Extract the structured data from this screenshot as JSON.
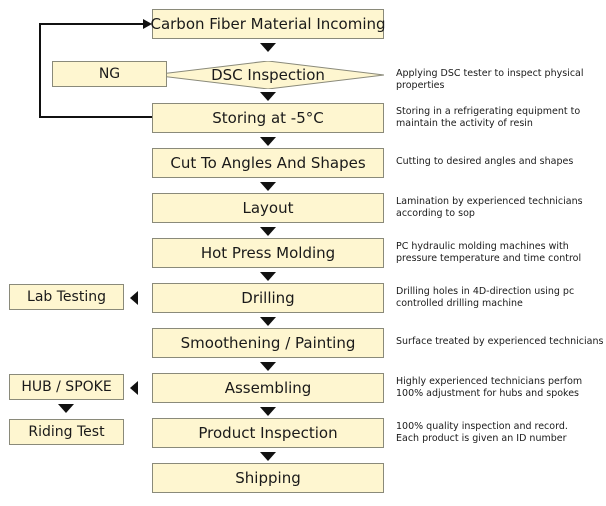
{
  "steps": [
    {
      "label": "Carbon Fiber Material Incoming",
      "note": []
    },
    {
      "label": "DSC Inspection",
      "note": [
        "Applying DSC tester to inspect physical",
        "properties"
      ]
    },
    {
      "label": "Storing at -5°C",
      "note": [
        "Storing in a refrigerating equipment to",
        "maintain the activity of resin"
      ]
    },
    {
      "label": "Cut To Angles And Shapes",
      "note": [
        "Cutting to desired angles and shapes"
      ]
    },
    {
      "label": "Layout",
      "note": [
        "Lamination by experienced technicians",
        "according to sop"
      ]
    },
    {
      "label": "Hot Press Molding",
      "note": [
        "PC hydraulic molding machines with",
        "pressure temperature and time control"
      ]
    },
    {
      "label": "Drilling",
      "note": [
        "Drilling holes in 4D-direction using pc",
        "controlled drilling machine"
      ]
    },
    {
      "label": "Smoothening / Painting",
      "note": [
        "Surface treated by experienced technicians"
      ]
    },
    {
      "label": "Assembling",
      "note": [
        "Highly experienced technicians perfom",
        "100% adjustment for hubs and spokes"
      ]
    },
    {
      "label": "Product Inspection",
      "note": [
        "100% quality inspection and record.",
        "Each product is given an ID number"
      ]
    },
    {
      "label": "Shipping",
      "note": []
    }
  ],
  "side": {
    "ng": "NG",
    "lab_testing": "Lab Testing",
    "hub_spoke": "HUB / SPOKE",
    "riding_test": "Riding Test"
  },
  "colors": {
    "box_fill": "#fef6d0",
    "border": "#8a8a7a",
    "arrow": "#111111"
  }
}
